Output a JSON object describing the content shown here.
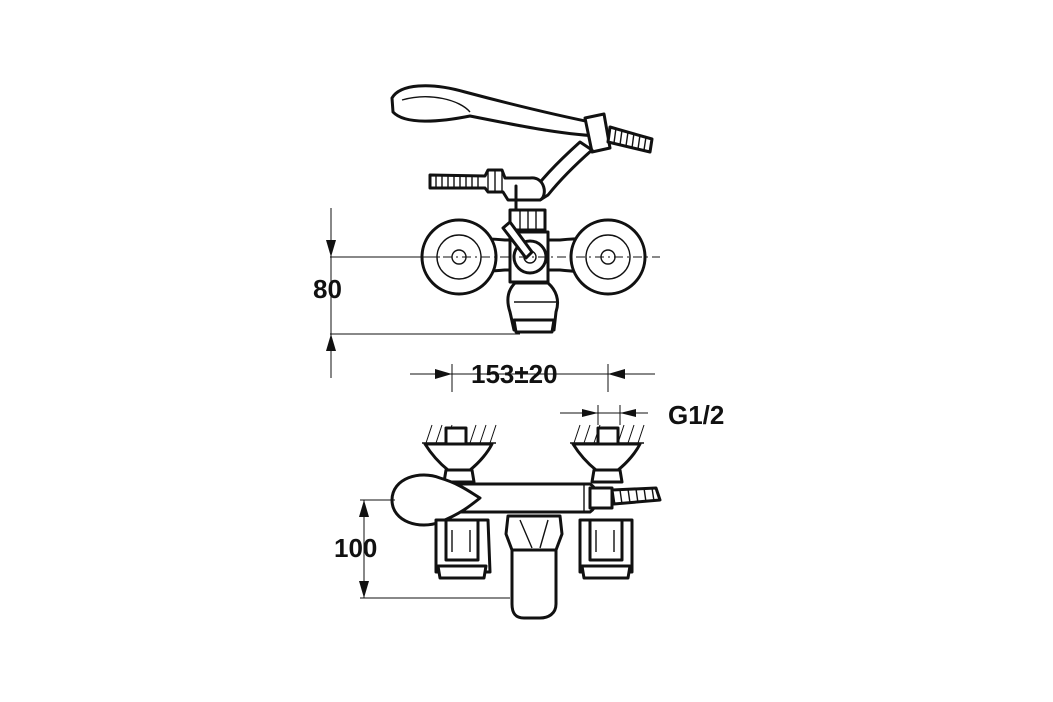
{
  "title": "",
  "dimensions": {
    "height_top": "80",
    "spacing": "153±20",
    "thread": "G1/2",
    "height_bottom": "100"
  },
  "colors": {
    "line": "#111111",
    "background": "#ffffff"
  }
}
